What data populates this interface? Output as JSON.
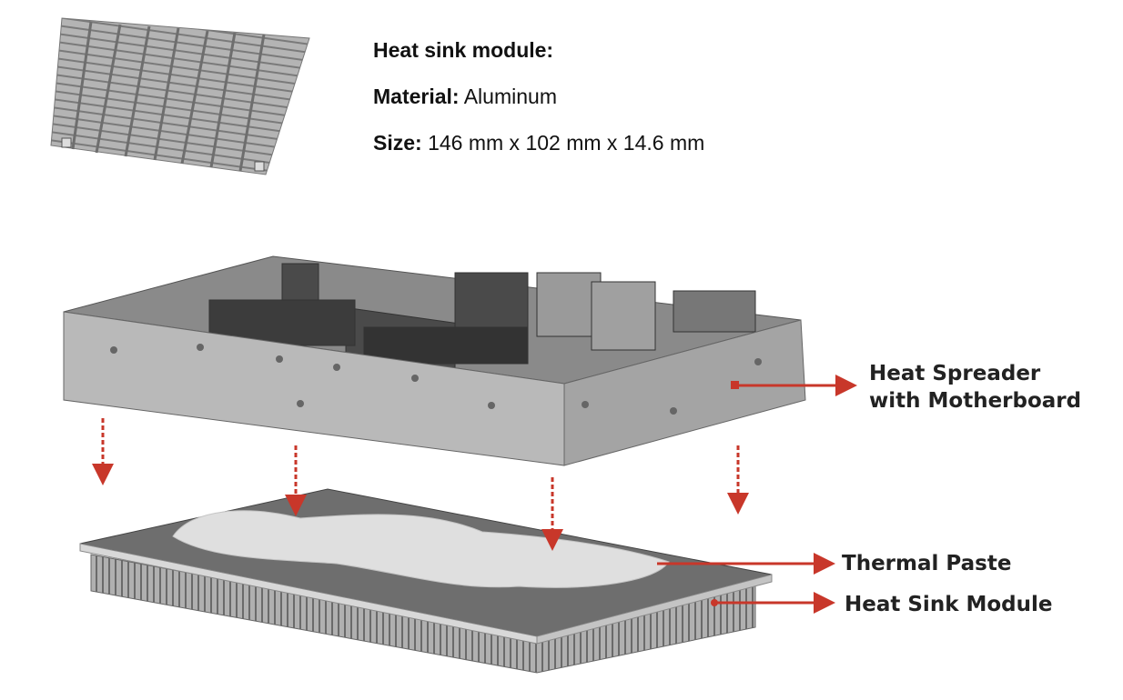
{
  "specs": {
    "title": "Heat sink module:",
    "material_label": "Material:",
    "material_value": "Aluminum",
    "size_label": "Size:",
    "size_value": "146 mm x 102 mm x 14.6 mm"
  },
  "callouts": {
    "spreader_line1": "Heat Spreader",
    "spreader_line2": "with Motherboard",
    "paste": "Thermal Paste",
    "heatsink": "Heat Sink Module"
  },
  "colors": {
    "arrow": "#c8372a",
    "metal": "#a8a8a8"
  }
}
